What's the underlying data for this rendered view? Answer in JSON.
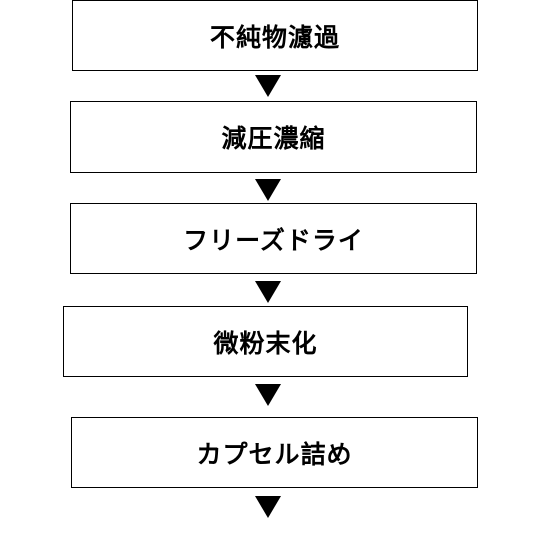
{
  "flow": {
    "steps": [
      {
        "label": "不純物濾過"
      },
      {
        "label": "減圧濃縮"
      },
      {
        "label": "フリーズドライ"
      },
      {
        "label": "微粉末化"
      },
      {
        "label": "カプセル詰め"
      }
    ],
    "arrow_icon": "down-triangle-arrow-icon",
    "colors": {
      "border": "#000000",
      "text": "#000000",
      "background": "#ffffff"
    }
  }
}
